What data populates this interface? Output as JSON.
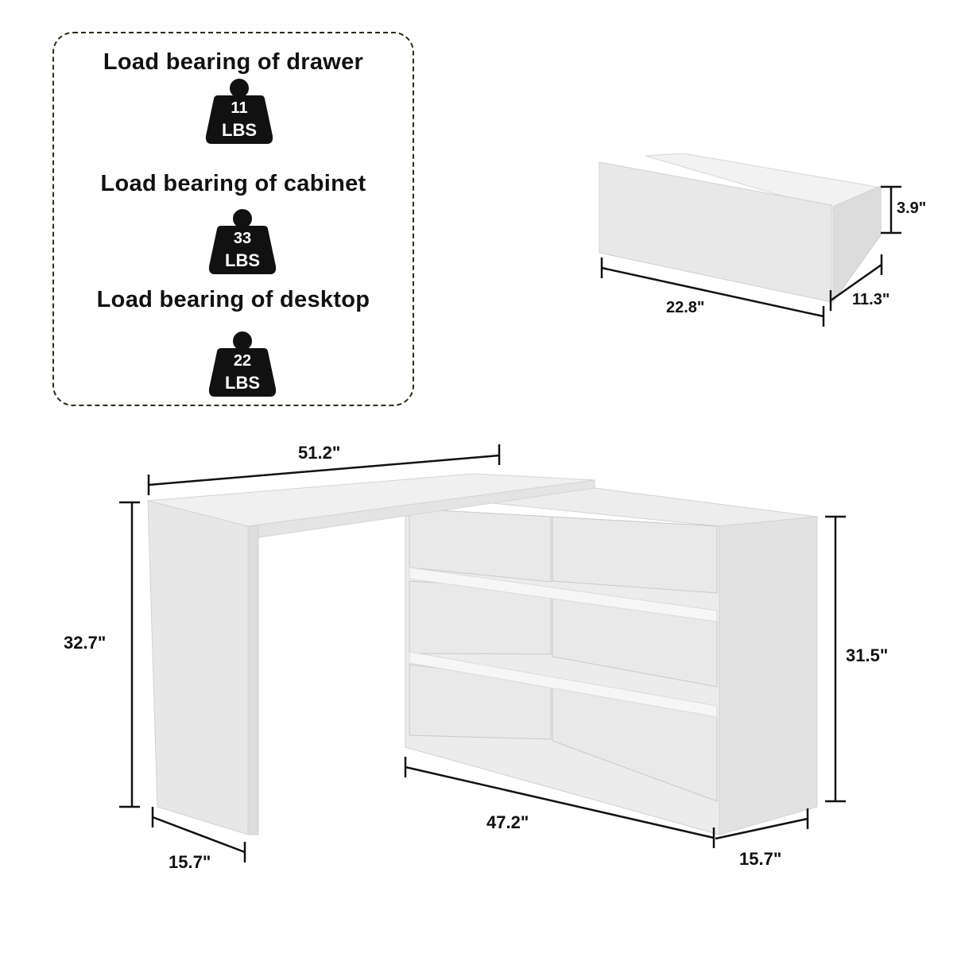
{
  "load_bearing": {
    "items": [
      {
        "label": "Load bearing of drawer",
        "value": "11",
        "unit": "LBS",
        "icon": "weight-icon"
      },
      {
        "label": "Load bearing of cabinet",
        "value": "33",
        "unit": "LBS",
        "icon": "weight-icon"
      },
      {
        "label": "Load bearing of desktop",
        "value": "22",
        "unit": "LBS",
        "icon": "weight-icon"
      }
    ]
  },
  "drawer": {
    "width": "22.8\"",
    "depth": "11.3\"",
    "height": "3.9\""
  },
  "desk": {
    "desktop_length": "51.2\"",
    "desk_height": "32.7\"",
    "desk_depth": "15.7\"",
    "cabinet_length": "47.2\"",
    "cabinet_height": "31.5\"",
    "cabinet_depth": "15.7\""
  },
  "colors": {
    "furniture_face": "#e9e9e9",
    "furniture_side": "#dedede",
    "furniture_top": "#efefef",
    "line": "#111111"
  }
}
